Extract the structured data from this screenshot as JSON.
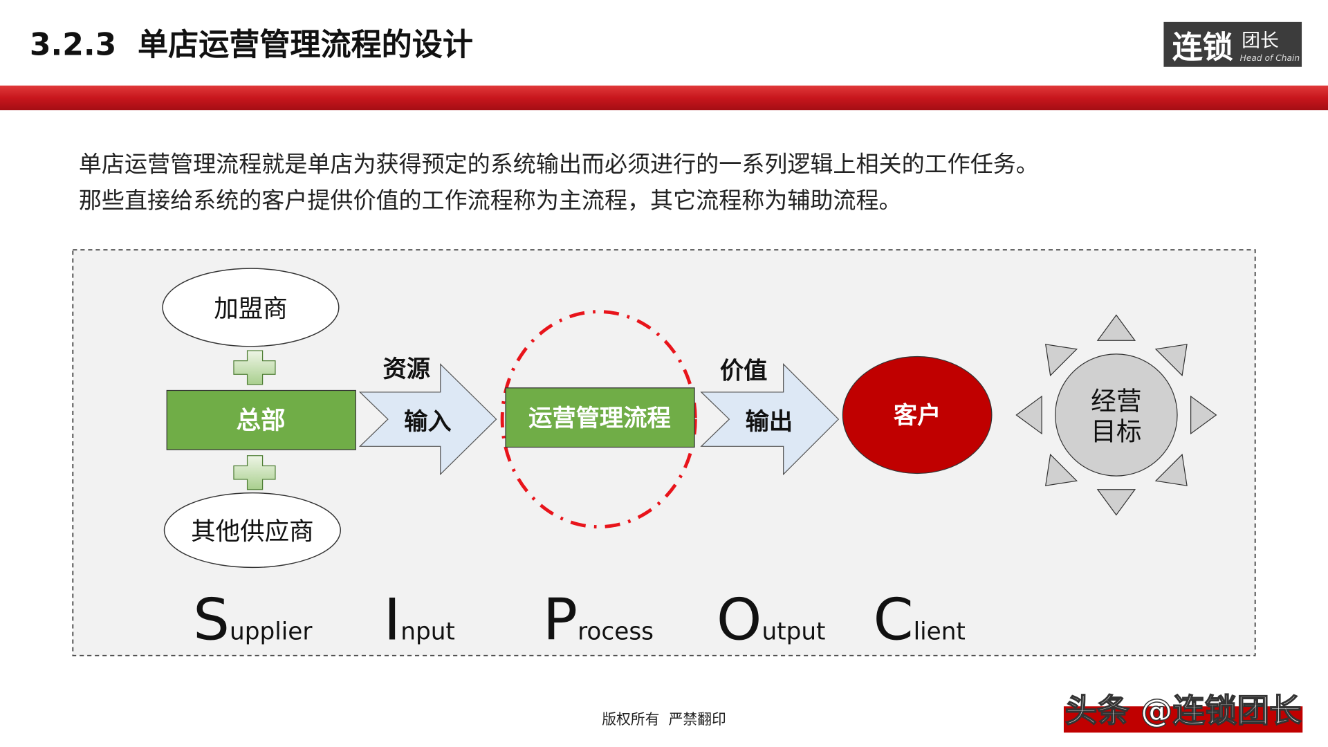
{
  "header": {
    "title": "3.2.3  单店运营管理流程的设计",
    "logo": {
      "main": "连锁",
      "sub": "团长",
      "tagline": "Head of Chain"
    }
  },
  "intro": [
    "单店运营管理流程就是单店为获得预定的系统输出而必须进行的一系列逻辑上相关的工作任务。",
    "那些直接给系统的客户提供价值的工作流程称为主流程，其它流程称为辅助流程。"
  ],
  "diagram": {
    "franchisee": "加盟商",
    "headquarters": "总部",
    "other_suppliers": "其他供应商",
    "input_top": "资源",
    "input_label": "输入",
    "process": "运营管理流程",
    "output_top": "价值",
    "output_label": "输出",
    "client": "客户",
    "goal_line1": "经营",
    "goal_line2": "目标",
    "sipoc": [
      {
        "initial": "S",
        "rest": "upplier"
      },
      {
        "initial": "I",
        "rest": "nput"
      },
      {
        "initial": "P",
        "rest": "rocess"
      },
      {
        "initial": "O",
        "rest": "utput"
      },
      {
        "initial": "C",
        "rest": "lient"
      }
    ]
  },
  "footer": {
    "copyright": "版权所有  严禁翻印",
    "watermark": "头条 @连锁团长"
  },
  "colors": {
    "accent_red": "#c00000",
    "green": "#70ad47",
    "arrow_fill": "#dde8f5",
    "panel": "#f2f2f2",
    "logo_bg": "#3c3c3c"
  }
}
